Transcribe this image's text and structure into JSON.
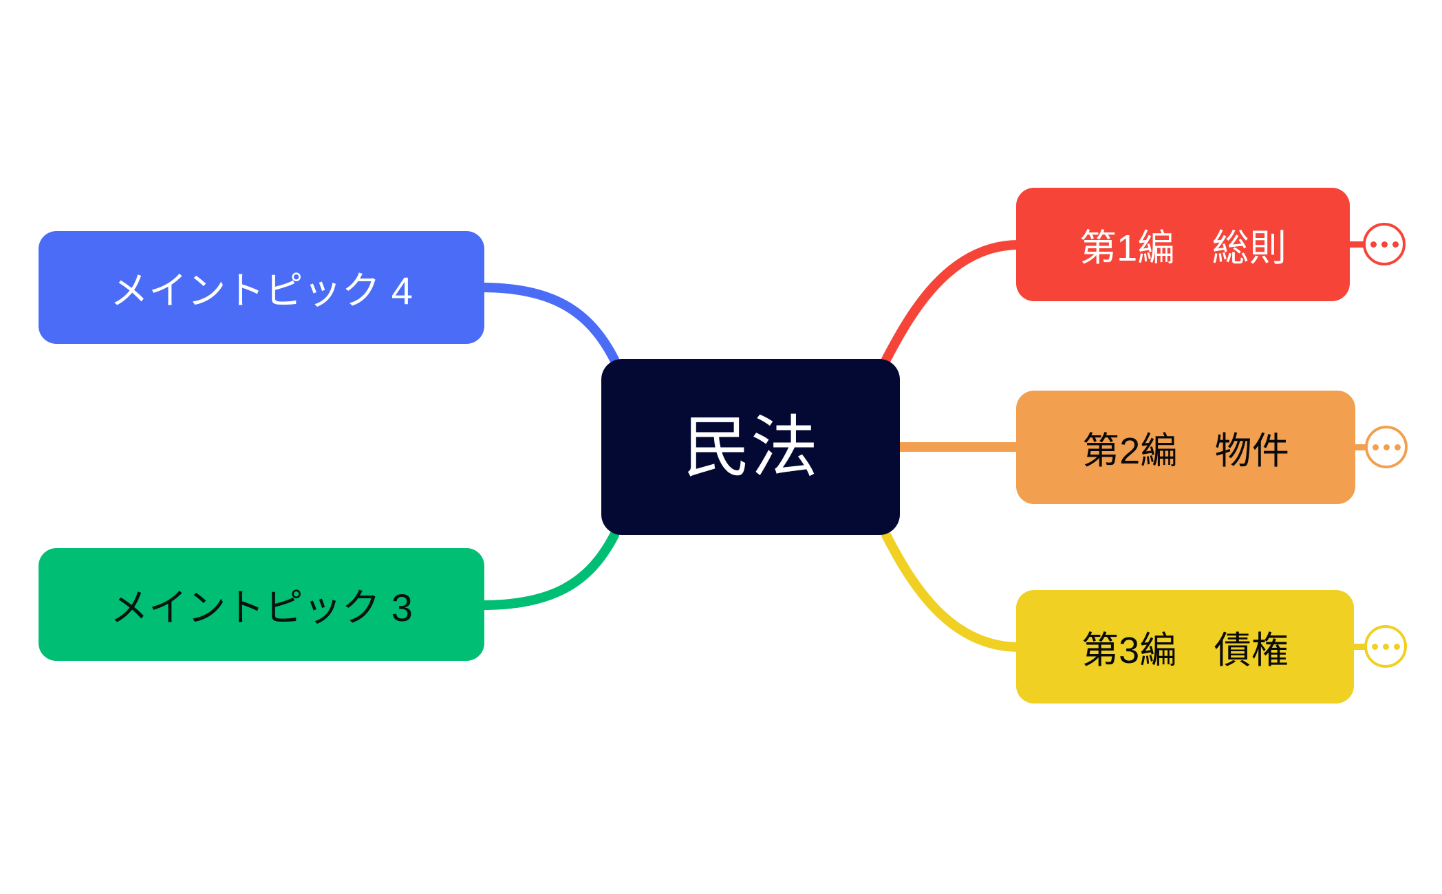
{
  "diagram": {
    "type": "mind-map",
    "background_color": "#ffffff",
    "root": {
      "label": "民法",
      "fill": "#030933",
      "text_color": "#ffffff"
    },
    "branches": [
      {
        "id": "topic4",
        "label": "メイントピック 4",
        "side": "left",
        "fill": "#4a6cf7",
        "text_color": "#ffffff",
        "connector_color": "#4a6cf7",
        "connector_style": "curve",
        "has_expander": false
      },
      {
        "id": "topic3",
        "label": "メイントピック 3",
        "side": "left",
        "fill": "#00be74",
        "text_color": "#06130e",
        "connector_color": "#00be74",
        "connector_style": "curve",
        "has_expander": false
      },
      {
        "id": "part1",
        "label": "第1編　総則",
        "side": "right",
        "fill": "#f74439",
        "text_color": "#ffffff",
        "connector_color": "#f74439",
        "connector_style": "curve",
        "has_expander": true,
        "expander_icon": "ellipsis-icon"
      },
      {
        "id": "part2",
        "label": "第2編　物件",
        "side": "right",
        "fill": "#f2a04f",
        "text_color": "#0a0a0a",
        "connector_color": "#f2a04f",
        "connector_style": "straight",
        "has_expander": true,
        "expander_icon": "ellipsis-icon"
      },
      {
        "id": "part3",
        "label": "第3編　債権",
        "side": "right",
        "fill": "#efd023",
        "text_color": "#0a0a0a",
        "connector_color": "#efd023",
        "connector_style": "curve",
        "has_expander": true,
        "expander_icon": "ellipsis-icon"
      }
    ]
  }
}
